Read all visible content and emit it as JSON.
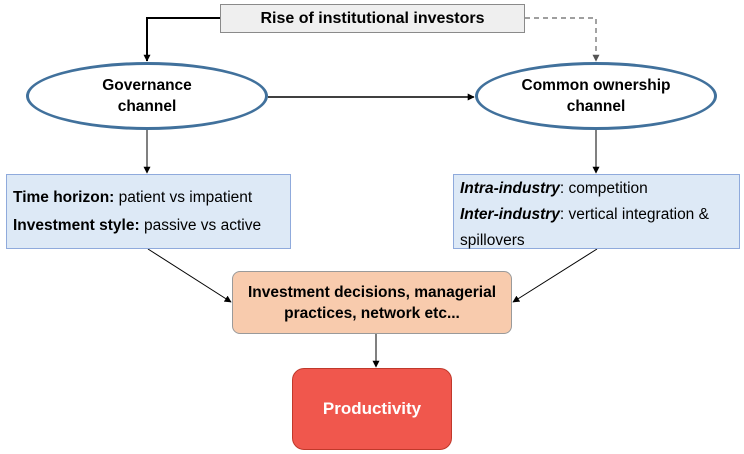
{
  "diagram": {
    "top": {
      "label": "Rise of institutional investors"
    },
    "governance": {
      "line1": "Governance",
      "line2": "channel"
    },
    "common_ownership": {
      "line1": "Common ownership",
      "line2": "channel"
    },
    "left_box": {
      "time_horizon_label": "Time horizon:",
      "time_horizon_text": " patient vs impatient",
      "investment_style_label": "Investment style:",
      "investment_style_text": " passive vs active"
    },
    "right_box": {
      "intra_label": "Intra-industry",
      "intra_text": ": competition",
      "inter_label": "Inter-industry",
      "inter_text": ": vertical integration &",
      "inter_text2": "spillovers"
    },
    "decisions": {
      "line1": "Investment decisions, managerial",
      "line2": "practices, network etc..."
    },
    "productivity": {
      "label": "Productivity"
    }
  },
  "colors": {
    "ellipse_border": "#41719c",
    "blue_box_fill": "#dde9f6",
    "decisions_fill": "#f8cbad",
    "productivity_fill": "#f0574d",
    "top_box_fill": "#efefef"
  }
}
